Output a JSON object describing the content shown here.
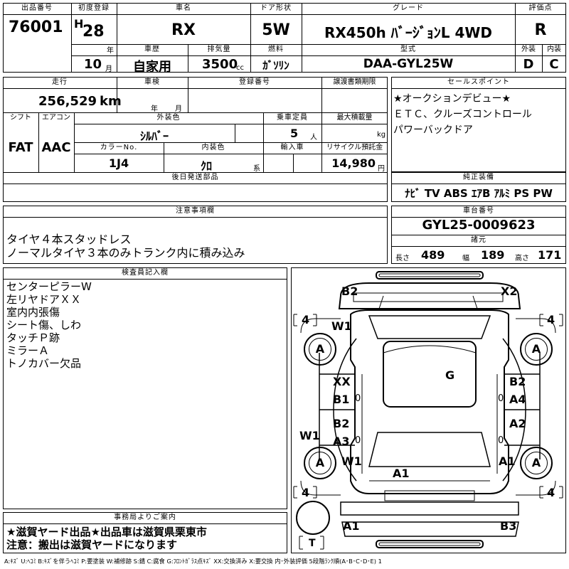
{
  "header": {
    "lot_no_label": "出品番号",
    "lot_no": "76001",
    "first_reg_label": "初度登録",
    "era": "H",
    "year": "28",
    "year_unit": "年",
    "month": "10",
    "month_unit": "月",
    "car_name_label": "車名",
    "car_name": "RX",
    "history_label": "車歴",
    "history": "自家用",
    "displacement_label": "排気量",
    "displacement": "3500",
    "displacement_unit": "cc",
    "door_label": "ドア形状",
    "door": "5W",
    "fuel_label": "燃料",
    "fuel": "ｶﾞｿﾘﾝ",
    "grade_label": "グレード",
    "grade": "RX450h ﾊﾞｰｼﾞｮﾝL 4WD",
    "model_label": "型式",
    "model": "DAA-GYL25W",
    "score_label": "評価点",
    "score": "R",
    "ext_label": "外装",
    "ext": "D",
    "int_label": "内装",
    "int": "C"
  },
  "row2": {
    "mileage_label": "走行",
    "mileage": "256,529",
    "mileage_unit": "km",
    "inspection_label": "車検",
    "inspection_year_unit": "年",
    "inspection_month_unit": "月",
    "reg_no_label": "登録番号",
    "transfer_label": "譲渡書類期限",
    "shift_label": "シフト",
    "shift": "FAT",
    "ac_label": "エアコン",
    "ac": "AAC",
    "ext_color_label": "外装色",
    "ext_color": "ｼﾙﾊﾞｰ",
    "capacity_label": "乗車定員",
    "capacity": "5",
    "capacity_unit": "人",
    "max_load_label": "最大積載量",
    "max_load_unit": "kg",
    "color_no_label": "カラーNo.",
    "color_no": "1J4",
    "int_color_label": "内装色",
    "int_color": "ｸﾛ",
    "int_color_unit": "系",
    "import_label": "輸入車",
    "recycle_label": "リサイクル預託金",
    "recycle": "14,980",
    "recycle_unit": "円",
    "later_parts_label": "後日発送部品"
  },
  "sales_points": {
    "label": "セールスポイント",
    "lines": [
      "★オークションデビュー★",
      "ＥＴＣ、クルーズコントロール",
      "パワーバックドア"
    ]
  },
  "equipment": {
    "label": "純正装備",
    "items": "ﾅﾋﾞ TV ABS ｴｱB ｱﾙﾐ PS PW"
  },
  "notes": {
    "label": "注意事項欄",
    "lines": [
      "タイヤ４本スタッドレス",
      "ノーマルタイヤ３本のみトランク内に積み込み"
    ]
  },
  "chassis": {
    "label": "車台番号",
    "value": "GYL25-0009623",
    "spec_label": "諸元",
    "length_label": "長さ",
    "length": "489",
    "width_label": "幅",
    "width": "189",
    "height_label": "高さ",
    "height": "171"
  },
  "inspector": {
    "label": "検査員記入欄",
    "lines": [
      "センターピラーW",
      "左リヤドアＸＸ",
      "室内内張傷",
      "シート傷、しわ",
      "タッチＰ跡",
      "ミラーＡ",
      "トノカバー欠品"
    ]
  },
  "office": {
    "label": "事務局よりご案内",
    "lines": [
      "★滋賀ヤード出品★出品車は滋賀県栗東市",
      "注意：搬出は滋賀ヤードになります"
    ]
  },
  "diagram": {
    "B2_top": "B2",
    "X2_top": "X2",
    "tire_fl_count": "4",
    "tire_fr_count": "4",
    "tire_rl_count": "4",
    "tire_rr_count": "4",
    "W1_upper": "W1",
    "tire_fl": "A",
    "tire_fr": "A",
    "tire_rl": "A",
    "tire_rr": "A",
    "G": "G",
    "XX": "XX",
    "B1": "B1",
    "B2_right": "B2",
    "A4": "A4",
    "B2_left": "B2",
    "A3": "A3",
    "A2": "A2",
    "W1_left": "W1",
    "W1_lower": "W1",
    "A1_right": "A1",
    "A1_center": "A1",
    "A1_bottom": "A1",
    "B3": "B3",
    "T": "T",
    "zero1": "0",
    "zero2": "0",
    "zero3": "0",
    "zero4": "0"
  },
  "legend": "A:ｷｽﾞ U:ﾍｺﾐ B:ｷｽﾞを伴うﾍｺﾐ P:要塗装 W:補修跡 S:錆 C:腐食 G:ﾌﾛﾝﾄｶﾞﾗｽ点ｷｽﾞ XX:交換済み X:要交換  内･外装評価 5段階ﾗﾝｸ順(A･B･C･D･E) 1"
}
